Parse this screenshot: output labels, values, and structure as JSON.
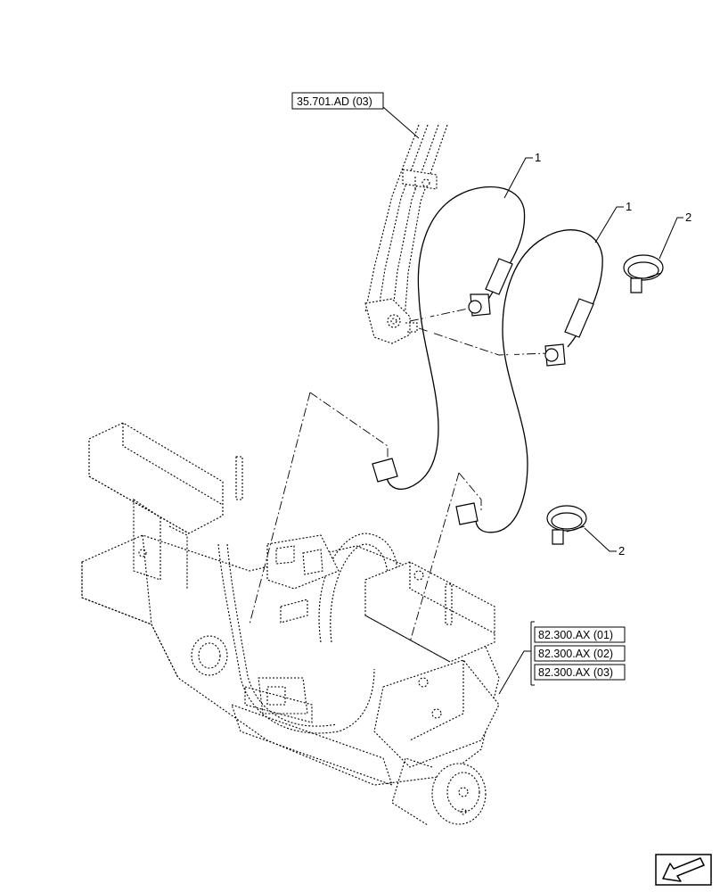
{
  "references": {
    "top_ref": "35.701.AD (03)",
    "side_refs": [
      "82.300.AX (01)",
      "82.300.AX (02)",
      "82.300.AX (03)"
    ]
  },
  "callouts": {
    "hose_a": "1",
    "hose_b": "1",
    "clamp_a": "2",
    "clamp_b": "2"
  },
  "nav_icon": "arrow-icon"
}
